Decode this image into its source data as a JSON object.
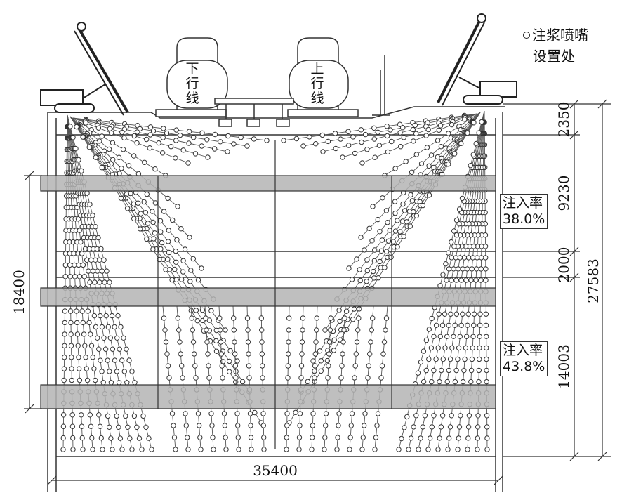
{
  "legend": {
    "line1": "注浆喷嘴",
    "line2": "设置处"
  },
  "trains": {
    "down_line": [
      "下",
      "行",
      "线"
    ],
    "up_line": [
      "上",
      "行",
      "线"
    ]
  },
  "dimensions": {
    "top_layer": "2350",
    "upper_zone": "9230",
    "middle_gap": "2000",
    "lower_zone": "14003",
    "total_depth": "27583",
    "left_span": "18400",
    "width": "35400"
  },
  "injection": {
    "upper": {
      "label": "注入率",
      "rate": "38.0%"
    },
    "lower": {
      "label": "注入率",
      "rate": "43.8%"
    }
  },
  "colors": {
    "band": "#b4b4b4",
    "line": "#333333",
    "background": "#ffffff"
  }
}
